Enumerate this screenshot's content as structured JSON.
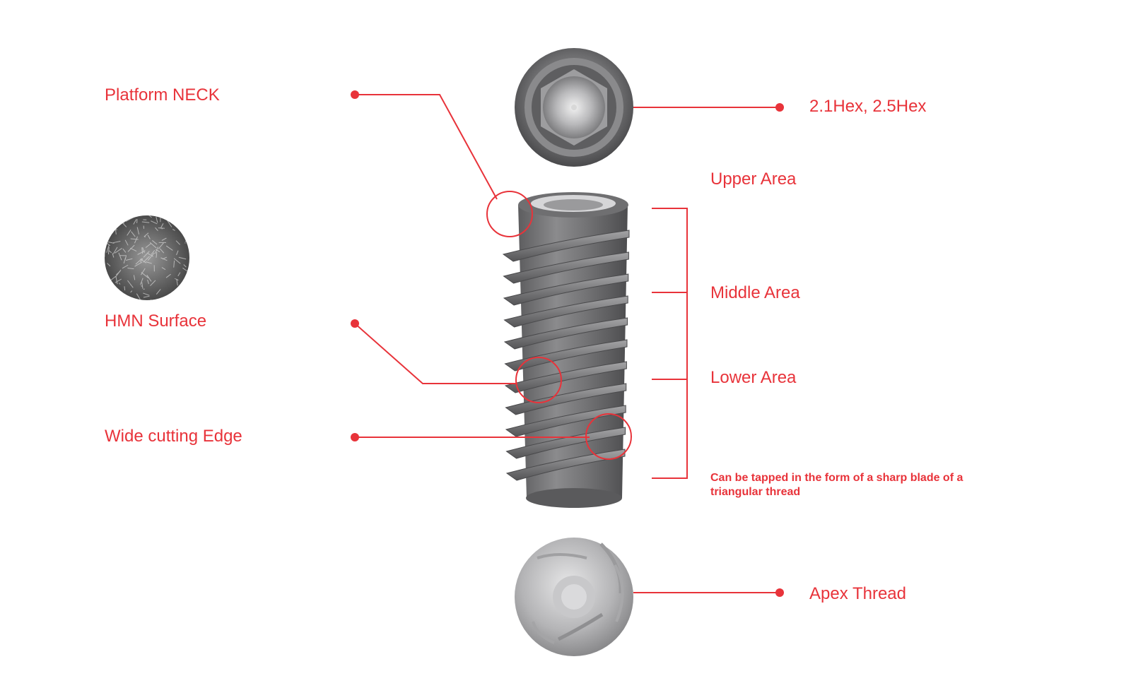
{
  "colors": {
    "accent": "#e8333a",
    "metal_dark": "#4a4a4c",
    "metal_mid": "#7a7a7c",
    "metal_light": "#c9c9cb",
    "background": "#ffffff"
  },
  "labels": {
    "platform_neck": "Platform NECK",
    "hmn_surface": "HMN Surface",
    "wide_cutting_edge": "Wide cutting Edge",
    "hex": "2.1Hex, 2.5Hex",
    "upper_area": "Upper Area",
    "middle_area": "Middle Area",
    "lower_area": "Lower Area",
    "blade_note": "Can be tapped in the form of a sharp blade of a triangular thread",
    "apex_thread": "Apex Thread"
  }
}
